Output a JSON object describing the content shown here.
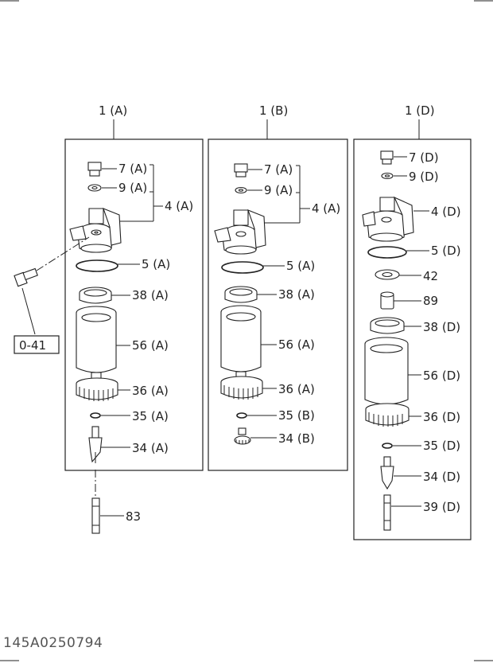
{
  "diagram": {
    "panels": [
      {
        "header": "1 (A)"
      },
      {
        "header": "1 (B)"
      },
      {
        "header": "1 (D)"
      }
    ],
    "labels": {
      "a7": "7 (A)",
      "a9": "9 (A)",
      "a4": "4 (A)",
      "a5": "5 (A)",
      "a38": "38 (A)",
      "a56": "56 (A)",
      "a36": "36 (A)",
      "a35": "35 (A)",
      "a34": "34 (A)",
      "a83": "83",
      "b7": "7 (A)",
      "b9": "9 (A)",
      "b4": "4 (A)",
      "b5": "5 (A)",
      "b38": "38 (A)",
      "b56": "56 (A)",
      "b36": "36 (A)",
      "b35": "35 (B)",
      "b34": "34 (B)",
      "d7": "7 (D)",
      "d9": "9 (D)",
      "d4": "4 (D)",
      "d5": "5 (D)",
      "d42": "42",
      "d89": "89",
      "d38": "38 (D)",
      "d56": "56 (D)",
      "d36": "36 (D)",
      "d35": "35 (D)",
      "d34": "34 (D)",
      "d39": "39 (D)"
    },
    "ref_box": "0-41",
    "footer_code": "145A0250794"
  }
}
